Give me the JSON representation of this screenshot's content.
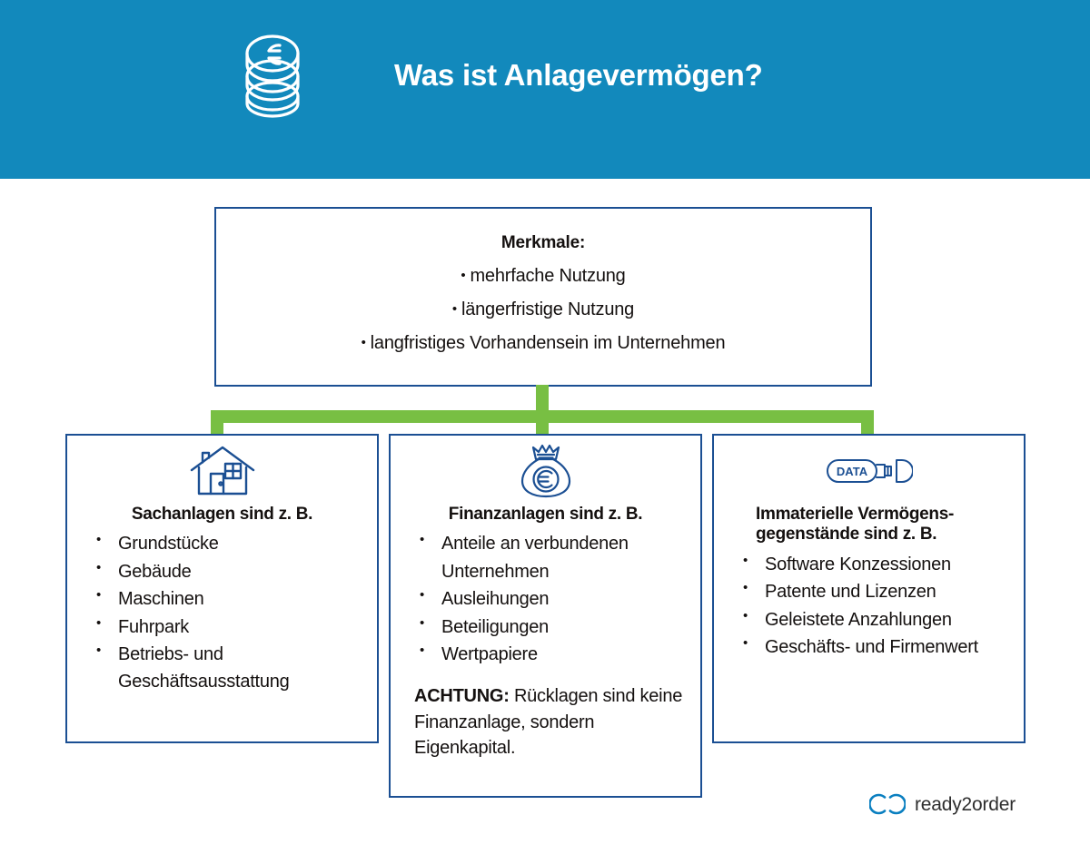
{
  "header": {
    "title": "Was ist Anlagevermögen?",
    "icon": "coin-stack-icon",
    "background_color": "#1289bc",
    "text_color": "#ffffff"
  },
  "merkmale": {
    "title": "Merkmale:",
    "bullet": "•",
    "items": [
      "mehrfache Nutzung",
      "längerfristige Nutzung",
      "langfristiges Vorhandensein im Unternehmen"
    ]
  },
  "connector": {
    "color": "#78bf43"
  },
  "colors": {
    "header_blue": "#1289bc",
    "box_border_blue": "#1b4f93",
    "icon_blue": "#1b4f93",
    "connector_green": "#78bf43",
    "text_black": "#14100f",
    "logo_blue": "#0a7fc0"
  },
  "categories": [
    {
      "icon": "house-icon",
      "heading": "Sachanlagen sind z. B.",
      "bullet": "•",
      "items": [
        "Grundstücke",
        "Gebäude",
        "Maschinen",
        "Fuhrpark",
        "Betriebs- und Geschäftsausstattung"
      ],
      "note": null
    },
    {
      "icon": "money-bag-euro-icon",
      "heading": "Finanzanlagen sind z. B.",
      "bullet": "•",
      "items": [
        "Anteile an verbundenen Unternehmen",
        "Ausleihungen",
        "Beteiligungen",
        "Wertpapiere"
      ],
      "note": {
        "label": "ACHTUNG:",
        "text": " Rücklagen sind keine Finanzanlage, sondern Eigenkapital."
      }
    },
    {
      "icon": "usb-data-stick-icon",
      "heading": "Immaterielle Vermögens-gegenstände sind z. B.",
      "bullet": "•",
      "items": [
        "Software Konzessionen",
        "Patente und Lizenzen",
        "Geleistete Anzahlungen",
        "Geschäfts- und Firmenwert"
      ],
      "note": null
    }
  ],
  "logo": {
    "name": "ready2order",
    "mark": "ready2order-rings-mark"
  }
}
